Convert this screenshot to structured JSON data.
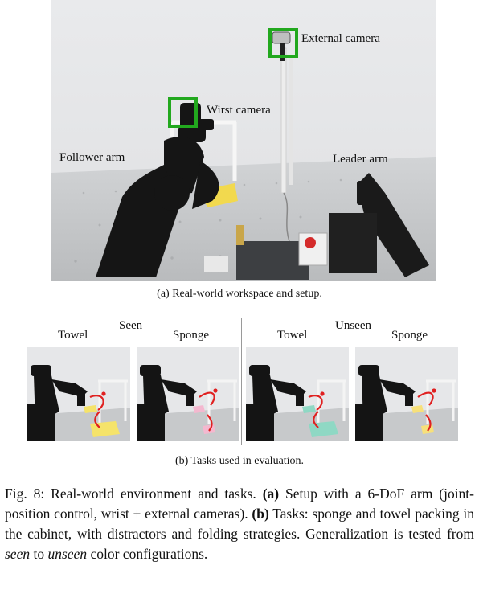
{
  "figure_a": {
    "labels": {
      "external_camera": "External camera",
      "wirst_camera": "Wirst camera",
      "follower_arm": "Follower arm",
      "leader_arm": "Leader arm"
    },
    "caption": "(a) Real-world workspace and setup.",
    "colors": {
      "highlight_box": "#22a81e"
    }
  },
  "figure_b": {
    "groups": [
      {
        "title": "Seen",
        "tasks": [
          "Towel",
          "Sponge"
        ]
      },
      {
        "title": "Unseen",
        "tasks": [
          "Towel",
          "Sponge"
        ]
      }
    ],
    "caption": "(b) Tasks used in evaluation.",
    "colors": {
      "trajectory": "#e02020",
      "seen_towel": "#f5e36a",
      "seen_sponge": "#f4b8cf",
      "unseen_towel": "#8fd8c4",
      "unseen_sponge": "#f7e07a"
    }
  },
  "caption": {
    "fig_label": "Fig. 8:",
    "text_1": " Real-world environment and tasks. ",
    "a_marker": "(a)",
    "text_2": " Setup with a 6-DoF arm (joint-position control, wrist + external cameras). ",
    "b_marker": "(b)",
    "text_3": " Tasks: sponge and towel packing in the cabinet, with distractors and folding strategies. Generalization is tested from ",
    "seen_word": "seen",
    "text_4": " to ",
    "unseen_word": "unseen",
    "text_5": " color configurations."
  }
}
